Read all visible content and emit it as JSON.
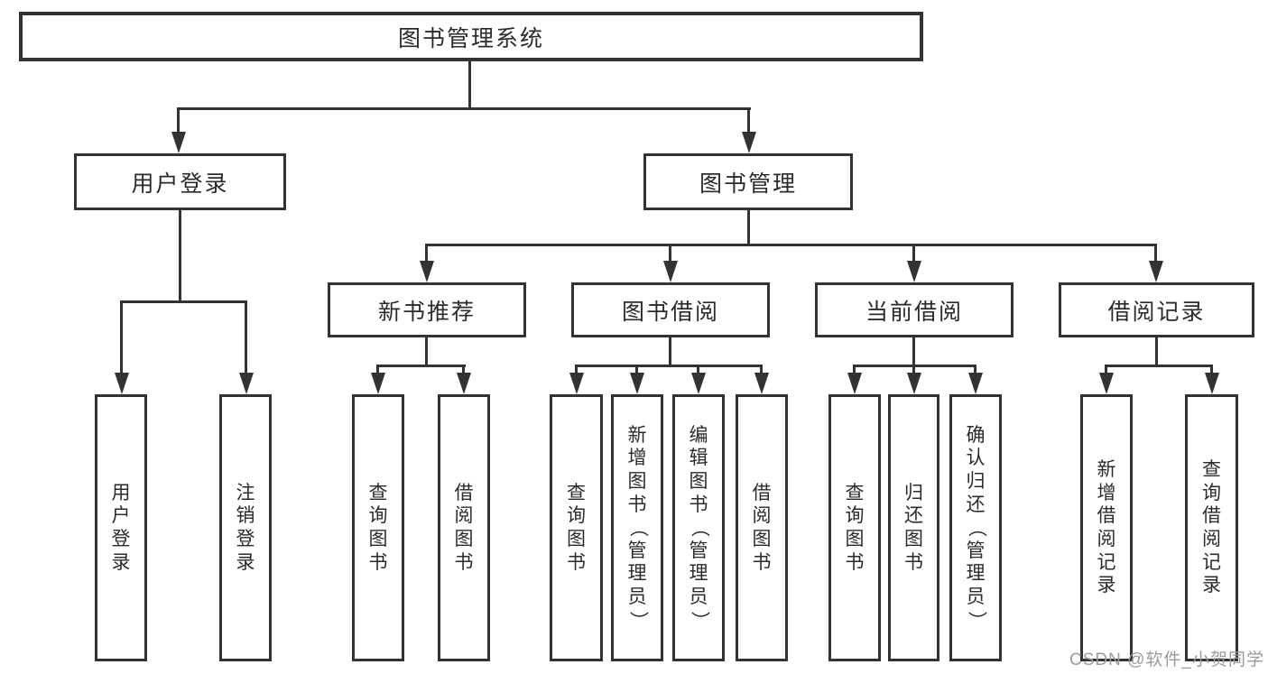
{
  "diagram": {
    "title": "图书管理系统",
    "colors": {
      "line": "#333333",
      "text": "#2b2b2b",
      "background": "#ffffff",
      "watermark": "#9b9b9b"
    },
    "nodes": {
      "root": "图书管理系统",
      "user_login": "用户登录",
      "book_mgmt": "图书管理",
      "new_book_rec": "新书推荐",
      "book_borrow": "图书借阅",
      "current_borrow": "当前借阅",
      "borrow_records": "借阅记录",
      "leaf_user_login": "用户登录",
      "leaf_logout": "注销登录",
      "leaf_query_book_rec": "查询图书",
      "leaf_borrow_book_rec": "借阅图书",
      "leaf_query_book_borrow": "查询图书",
      "leaf_add_book": "新增图书（管理员）",
      "leaf_edit_book": "编辑图书（管理员）",
      "leaf_borrow_book": "借阅图书",
      "leaf_query_book_current": "查询图书",
      "leaf_return_book": "归还图书",
      "leaf_confirm_return": "确认归还（管理员）",
      "leaf_add_borrow_record": "新增借阅记录",
      "leaf_query_borrow_record": "查询借阅记录"
    },
    "watermark": "CSDN @软件_小贺同学"
  }
}
